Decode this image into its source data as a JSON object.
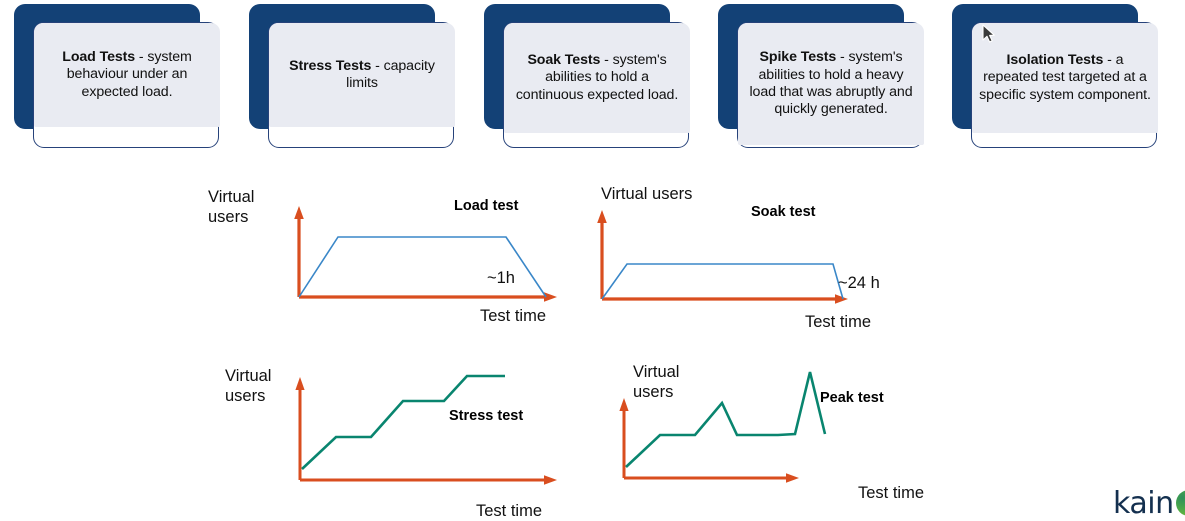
{
  "cards": [
    {
      "id": "load",
      "name": "card-load-tests",
      "title": "Load Tests",
      "separator": " - ",
      "body": "system behaviour under an expected load."
    },
    {
      "id": "stress",
      "name": "card-stress-tests",
      "title": "Stress Tests",
      "separator": " - ",
      "body": "capacity limits"
    },
    {
      "id": "soak",
      "name": "card-soak-tests",
      "title": "Soak Tests",
      "separator": " - ",
      "body": "system's abilities to hold a continuous expected load."
    },
    {
      "id": "spike",
      "name": "card-spike-tests",
      "title": "Spike Tests",
      "separator": " - ",
      "body": "system's abilities to hold a heavy load that was abruptly and quickly generated."
    },
    {
      "id": "isolation",
      "name": "card-isolation-tests",
      "title": "Isolation Tests",
      "separator": " - ",
      "body": "a repeated test targeted at a specific system component."
    }
  ],
  "charts": {
    "load": {
      "series_title": "Load test",
      "ylabel": "Virtual\nusers",
      "xlabel": "Test time",
      "duration_label": "~1h"
    },
    "soak": {
      "series_title": "Soak test",
      "ylabel": "Virtual users",
      "xlabel": "Test time",
      "duration_label": "~24 h"
    },
    "stress": {
      "series_title": "Stress test",
      "ylabel": "Virtual\nusers",
      "xlabel": "Test time",
      "duration_label": ""
    },
    "peak": {
      "series_title": "Peak test",
      "ylabel": "Virtual\nusers",
      "xlabel": "Test time",
      "duration_label": ""
    }
  },
  "colors": {
    "card_shadow": "#134176",
    "card_border": "#26427a",
    "card_textbox": "#e9ebf2",
    "axis": "#d94e1f",
    "load_line": "#3a87c8",
    "soak_line": "#3a87c8",
    "stress_line": "#09856f",
    "peak_line": "#09856f",
    "brand_navy": "#14304f",
    "brand_green": "#4aa84a"
  },
  "brand": {
    "wordmark": "kain"
  },
  "chart_data": [
    {
      "type": "line",
      "id": "load-test",
      "title": "Load test",
      "xlabel": "Test time",
      "ylabel": "Virtual users",
      "annotation": "~1h",
      "x": [
        0,
        0.155,
        0.822,
        0.978
      ],
      "y": [
        0,
        1.0,
        1.0,
        0
      ],
      "xlim": [
        0,
        1
      ],
      "ylim": [
        0,
        1.35
      ],
      "grid": false,
      "legend": "none"
    },
    {
      "type": "line",
      "id": "soak-test",
      "title": "Soak test",
      "xlabel": "Test time",
      "ylabel": "Virtual users",
      "annotation": "~24 h",
      "x": [
        0,
        0.1,
        0.84,
        0.94
      ],
      "y": [
        0,
        0.42,
        0.42,
        0
      ],
      "xlim": [
        0,
        1
      ],
      "ylim": [
        0,
        1.35
      ],
      "grid": false,
      "legend": "none"
    },
    {
      "type": "line",
      "id": "stress-test",
      "title": "Stress test",
      "xlabel": "Test time",
      "ylabel": "Virtual users",
      "annotation": "",
      "x": [
        0.0,
        0.17,
        0.35,
        0.5,
        0.7,
        0.82,
        1.0
      ],
      "y": [
        0.07,
        0.4,
        0.4,
        0.76,
        0.76,
        1.0,
        1.0
      ],
      "xlim": [
        0,
        1
      ],
      "ylim": [
        0,
        1.1
      ],
      "grid": false,
      "legend": "none"
    },
    {
      "type": "line",
      "id": "peak-test",
      "title": "Peak test",
      "xlabel": "Test time",
      "ylabel": "Virtual users",
      "annotation": "",
      "x": [
        0.0,
        0.18,
        0.36,
        0.42,
        0.5,
        0.57,
        0.6,
        0.79,
        0.89,
        1.0
      ],
      "y": [
        0.07,
        0.4,
        0.4,
        0.41,
        0.74,
        0.41,
        0.41,
        0.42,
        1.0,
        0.43
      ],
      "xlim": [
        0,
        1
      ],
      "ylim": [
        0,
        1.1
      ],
      "grid": false,
      "legend": "none"
    }
  ]
}
